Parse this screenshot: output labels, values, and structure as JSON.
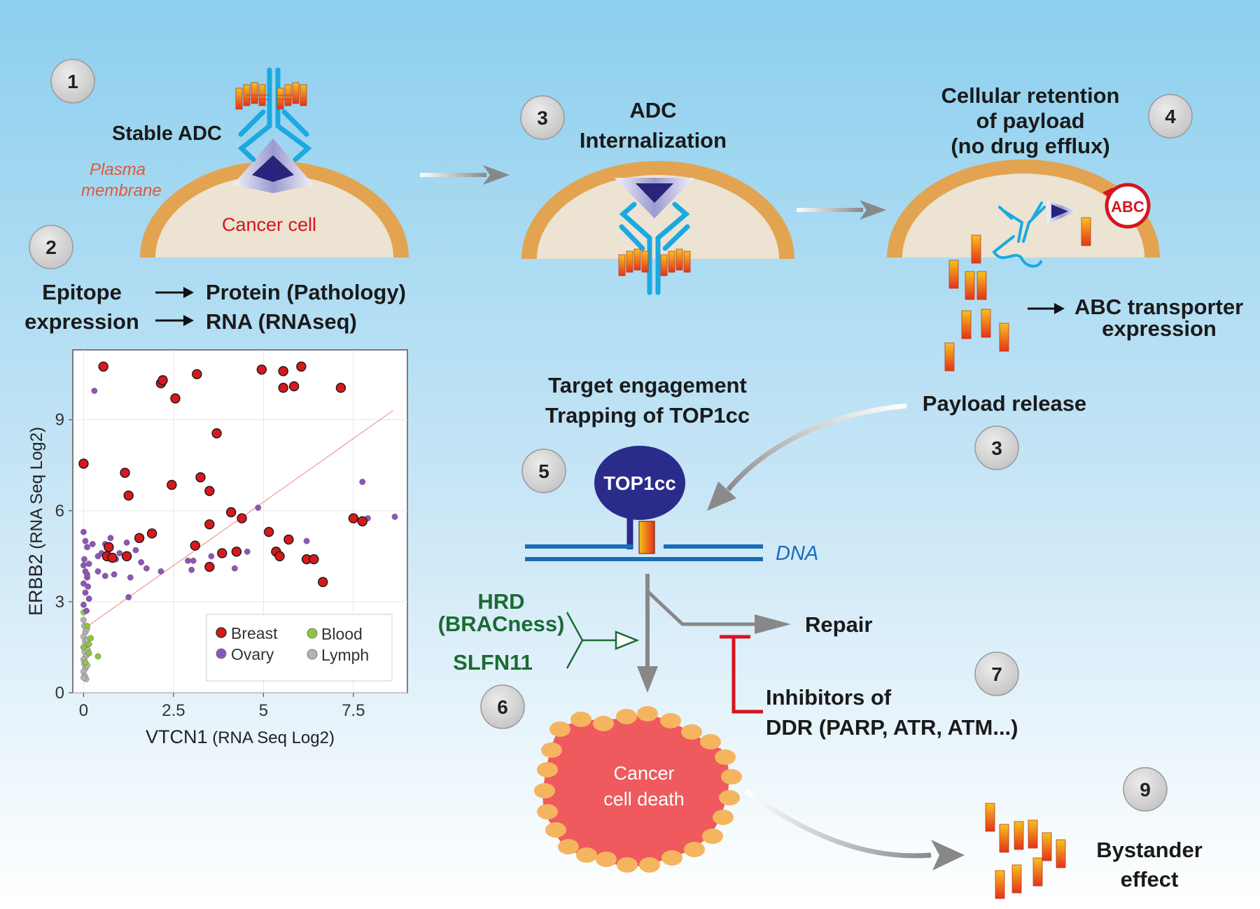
{
  "colors": {
    "bg_top": "#8ccfee",
    "bg_bottom": "#ffffff",
    "membrane": "#e2a450",
    "cytoplasm": "#ece3d2",
    "antibody": "#1aa9e0",
    "antigen": "#27247a",
    "payload_start": "#f7c21e",
    "payload_end": "#e5321b",
    "step_circle": "#d4d4d4",
    "green": "#1a6b33",
    "red_inhibit": "#d4151f",
    "plasma_label": "#e0583a",
    "cancer_label": "#d4151f",
    "dna": "#1a6cb8",
    "top1cc": "#2a2b8a",
    "death_fill": "#ee5a5e",
    "death_rim": "#f5b45e",
    "breast": "#d7191c",
    "ovary": "#8e55b6",
    "blood": "#8cc63f",
    "lymph": "#b3b3b3"
  },
  "steps": {
    "s1": "1",
    "s2": "2",
    "s3a": "3",
    "s3b": "3",
    "s4": "4",
    "s5": "5",
    "s6": "6",
    "s7": "7",
    "s9": "9"
  },
  "labels": {
    "stable_adc": "Stable ADC",
    "plasma_membrane_1": "Plasma",
    "plasma_membrane_2": "membrane",
    "cancer_cell": "Cancer cell",
    "epitope_1": "Epitope",
    "epitope_2": "expression",
    "protein": "Protein (Pathology)",
    "rna": "RNA (RNAseq)",
    "adc_int_1": "ADC",
    "adc_int_2": "Internalization",
    "retention_1": "Cellular retention",
    "retention_2": "of payload",
    "retention_3": "(no drug efflux)",
    "abc": "ABC",
    "abc_transporter_1": "ABC transporter",
    "abc_transporter_2": "expression",
    "payload_release": "Payload release",
    "target_1": "Target engagement",
    "target_2": "Trapping of TOP1cc",
    "top1cc": "TOP1cc",
    "dna": "DNA",
    "hrd_1": "HRD",
    "hrd_2": "(BRACness)",
    "slfn11": "SLFN11",
    "repair": "Repair",
    "inhibitors_1": "Inhibitors of",
    "inhibitors_2": "DDR (PARP, ATR, ATM...)",
    "death_1": "Cancer",
    "death_2": "cell death",
    "bystander_1": "Bystander",
    "bystander_2": "effect"
  },
  "chart_data": {
    "type": "scatter",
    "xlabel_main": "VTCN1",
    "xlabel_unit": " (RNA Seq Log2)",
    "ylabel_main": "ERBB2",
    "ylabel_unit": " (RNA Seq Log2)",
    "xlim": [
      -0.3,
      9.0
    ],
    "ylim": [
      0,
      11.3
    ],
    "xticks": [
      0,
      2.5,
      5,
      7.5
    ],
    "xtick_labels": [
      "0",
      "2.5",
      "5",
      "7.5"
    ],
    "yticks": [
      0,
      3,
      6,
      9
    ],
    "ytick_labels": [
      "0",
      "3",
      "6",
      "9"
    ],
    "grid": true,
    "legend_position": "bottom-right",
    "legend": [
      {
        "name": "Breast",
        "color": "#d7191c"
      },
      {
        "name": "Blood",
        "color": "#8cc63f"
      },
      {
        "name": "Ovary",
        "color": "#8e55b6"
      },
      {
        "name": "Lymph",
        "color": "#b3b3b3"
      }
    ],
    "trendline": {
      "x": [
        0,
        8.6
      ],
      "y": [
        2.1,
        9.3
      ],
      "color": "#f08080"
    },
    "series": [
      {
        "name": "Breast",
        "color": "#d7191c",
        "points": [
          [
            0.55,
            10.75
          ],
          [
            2.15,
            10.2
          ],
          [
            2.2,
            10.3
          ],
          [
            2.55,
            9.7
          ],
          [
            3.15,
            10.5
          ],
          [
            4.95,
            10.65
          ],
          [
            5.55,
            10.6
          ],
          [
            5.55,
            10.05
          ],
          [
            5.85,
            10.1
          ],
          [
            6.05,
            10.75
          ],
          [
            7.15,
            10.05
          ],
          [
            0.0,
            7.55
          ],
          [
            1.15,
            7.25
          ],
          [
            1.25,
            6.5
          ],
          [
            2.45,
            6.85
          ],
          [
            3.25,
            7.1
          ],
          [
            3.5,
            6.65
          ],
          [
            3.7,
            8.55
          ],
          [
            0.7,
            4.8
          ],
          [
            0.65,
            4.5
          ],
          [
            0.8,
            4.45
          ],
          [
            1.2,
            4.5
          ],
          [
            1.55,
            5.1
          ],
          [
            1.9,
            5.25
          ],
          [
            3.1,
            4.85
          ],
          [
            3.5,
            5.55
          ],
          [
            3.5,
            4.15
          ],
          [
            3.85,
            4.6
          ],
          [
            4.1,
            5.95
          ],
          [
            4.25,
            4.65
          ],
          [
            4.4,
            5.75
          ],
          [
            5.15,
            5.3
          ],
          [
            5.35,
            4.65
          ],
          [
            5.45,
            4.5
          ],
          [
            5.7,
            5.05
          ],
          [
            6.2,
            4.4
          ],
          [
            6.4,
            4.4
          ],
          [
            6.65,
            3.65
          ],
          [
            7.5,
            5.75
          ],
          [
            7.75,
            5.65
          ]
        ]
      },
      {
        "name": "Ovary",
        "color": "#8e55b6",
        "points": [
          [
            0.3,
            9.95
          ],
          [
            7.75,
            6.95
          ],
          [
            8.65,
            5.8
          ],
          [
            7.9,
            5.75
          ],
          [
            4.85,
            6.1
          ],
          [
            0.0,
            5.3
          ],
          [
            0.05,
            5.0
          ],
          [
            0.1,
            4.8
          ],
          [
            0.25,
            4.9
          ],
          [
            0.4,
            4.5
          ],
          [
            0.5,
            4.6
          ],
          [
            0.6,
            4.9
          ],
          [
            0.75,
            5.1
          ],
          [
            0.9,
            4.4
          ],
          [
            1.0,
            4.6
          ],
          [
            1.2,
            4.95
          ],
          [
            1.45,
            4.7
          ],
          [
            1.6,
            4.3
          ],
          [
            1.75,
            4.1
          ],
          [
            1.3,
            3.8
          ],
          [
            0.85,
            3.9
          ],
          [
            0.6,
            3.85
          ],
          [
            0.4,
            4.0
          ],
          [
            1.25,
            3.15
          ],
          [
            2.15,
            4.0
          ],
          [
            2.9,
            4.35
          ],
          [
            3.0,
            4.05
          ],
          [
            3.05,
            4.35
          ],
          [
            3.55,
            4.5
          ],
          [
            4.2,
            4.1
          ],
          [
            4.55,
            4.65
          ],
          [
            6.2,
            5.0
          ],
          [
            0.0,
            4.2
          ],
          [
            0.05,
            4.0
          ],
          [
            0.1,
            3.8
          ],
          [
            0.0,
            3.6
          ],
          [
            0.12,
            3.5
          ],
          [
            0.05,
            3.3
          ],
          [
            0.15,
            3.1
          ],
          [
            0.0,
            2.9
          ],
          [
            0.1,
            3.9
          ],
          [
            0.02,
            4.4
          ],
          [
            0.15,
            4.25
          ],
          [
            0.08,
            2.7
          ]
        ]
      },
      {
        "name": "Blood",
        "color": "#8cc63f",
        "points": [
          [
            0.0,
            2.65
          ],
          [
            0.1,
            2.2
          ],
          [
            0.15,
            1.6
          ],
          [
            0.2,
            1.8
          ],
          [
            0.4,
            1.2
          ],
          [
            0.05,
            1.0
          ],
          [
            0.15,
            1.3
          ],
          [
            0.0,
            1.5
          ]
        ]
      },
      {
        "name": "Lymph",
        "color": "#b3b3b3",
        "points": [
          [
            0.0,
            2.4
          ],
          [
            0.02,
            2.2
          ],
          [
            0.05,
            2.0
          ],
          [
            0.0,
            1.85
          ],
          [
            0.04,
            1.7
          ],
          [
            0.08,
            1.6
          ],
          [
            0.0,
            1.5
          ],
          [
            0.03,
            1.35
          ],
          [
            0.06,
            1.2
          ],
          [
            0.0,
            1.1
          ],
          [
            0.02,
            0.95
          ],
          [
            0.05,
            0.8
          ],
          [
            0.0,
            0.7
          ],
          [
            0.03,
            0.55
          ],
          [
            0.07,
            0.45
          ],
          [
            0.1,
            0.9
          ],
          [
            0.12,
            1.4
          ],
          [
            0.09,
            2.1
          ],
          [
            0.11,
            1.75
          ],
          [
            0.0,
            0.5
          ]
        ]
      }
    ]
  }
}
